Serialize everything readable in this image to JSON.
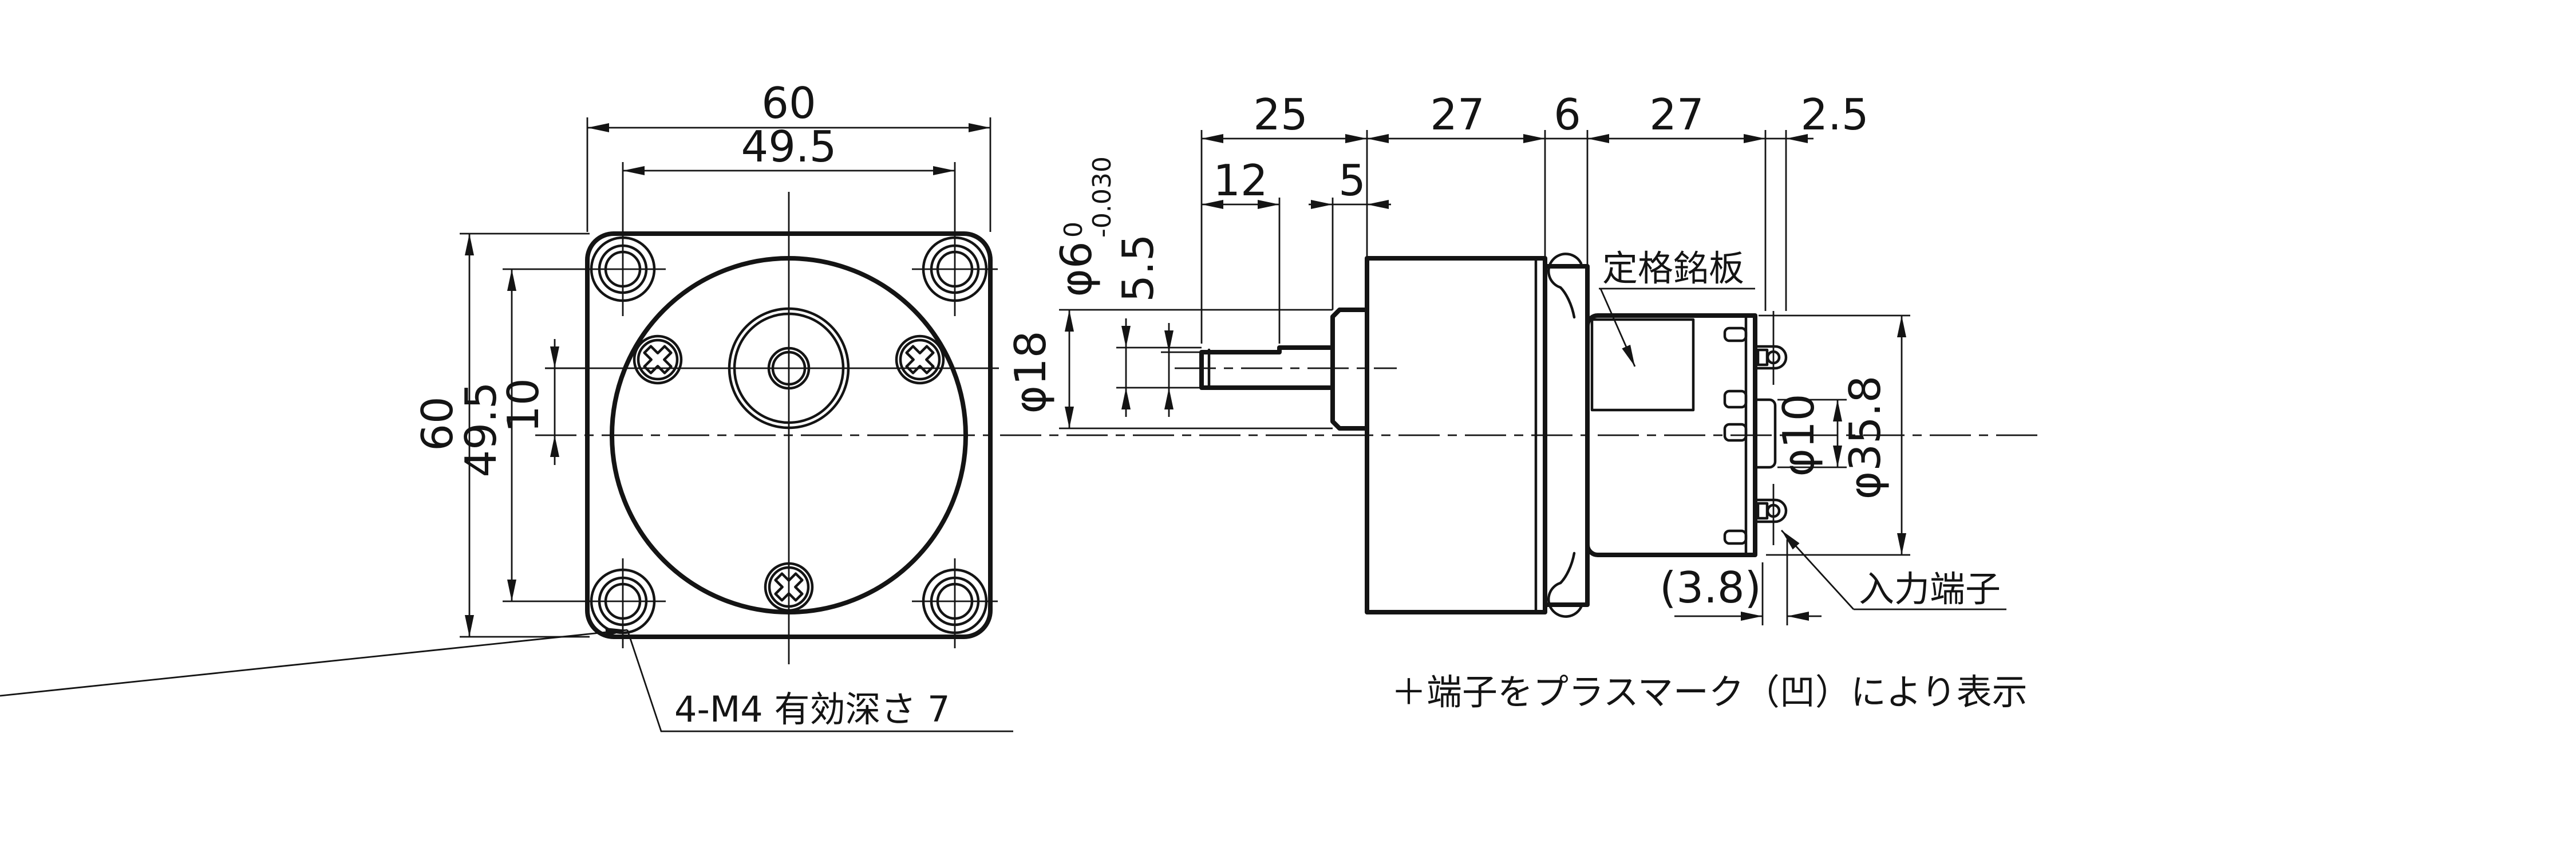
{
  "front_view": {
    "dims": {
      "width_outer": "60",
      "width_hole_pitch": "49.5",
      "height_outer": "60",
      "height_hole_pitch": "49.5",
      "shaft_offset": "10"
    },
    "mounting_note": "4-M4 有効深さ 7"
  },
  "side_view": {
    "dims": {
      "shaft_length": "25",
      "shaft_flat_length": "12",
      "pilot_length": "5",
      "gearhead_length": "27",
      "adapter_length": "6",
      "motor_length": "27",
      "terminal_offset": "2.5",
      "shaft_dia": "φ6",
      "shaft_dia_tol_upper": "0",
      "shaft_dia_tol_lower": "-0.030",
      "shaft_flat_height": "5.5",
      "pilot_dia": "φ18",
      "rear_boss_dia": "φ10",
      "motor_dia": "φ35.8",
      "terminal_length": "(3.8)"
    },
    "labels": {
      "nameplate": "定格銘板",
      "input_terminal": "入力端子"
    }
  },
  "footnote": "＋端子をプラスマーク（凹）により表示"
}
